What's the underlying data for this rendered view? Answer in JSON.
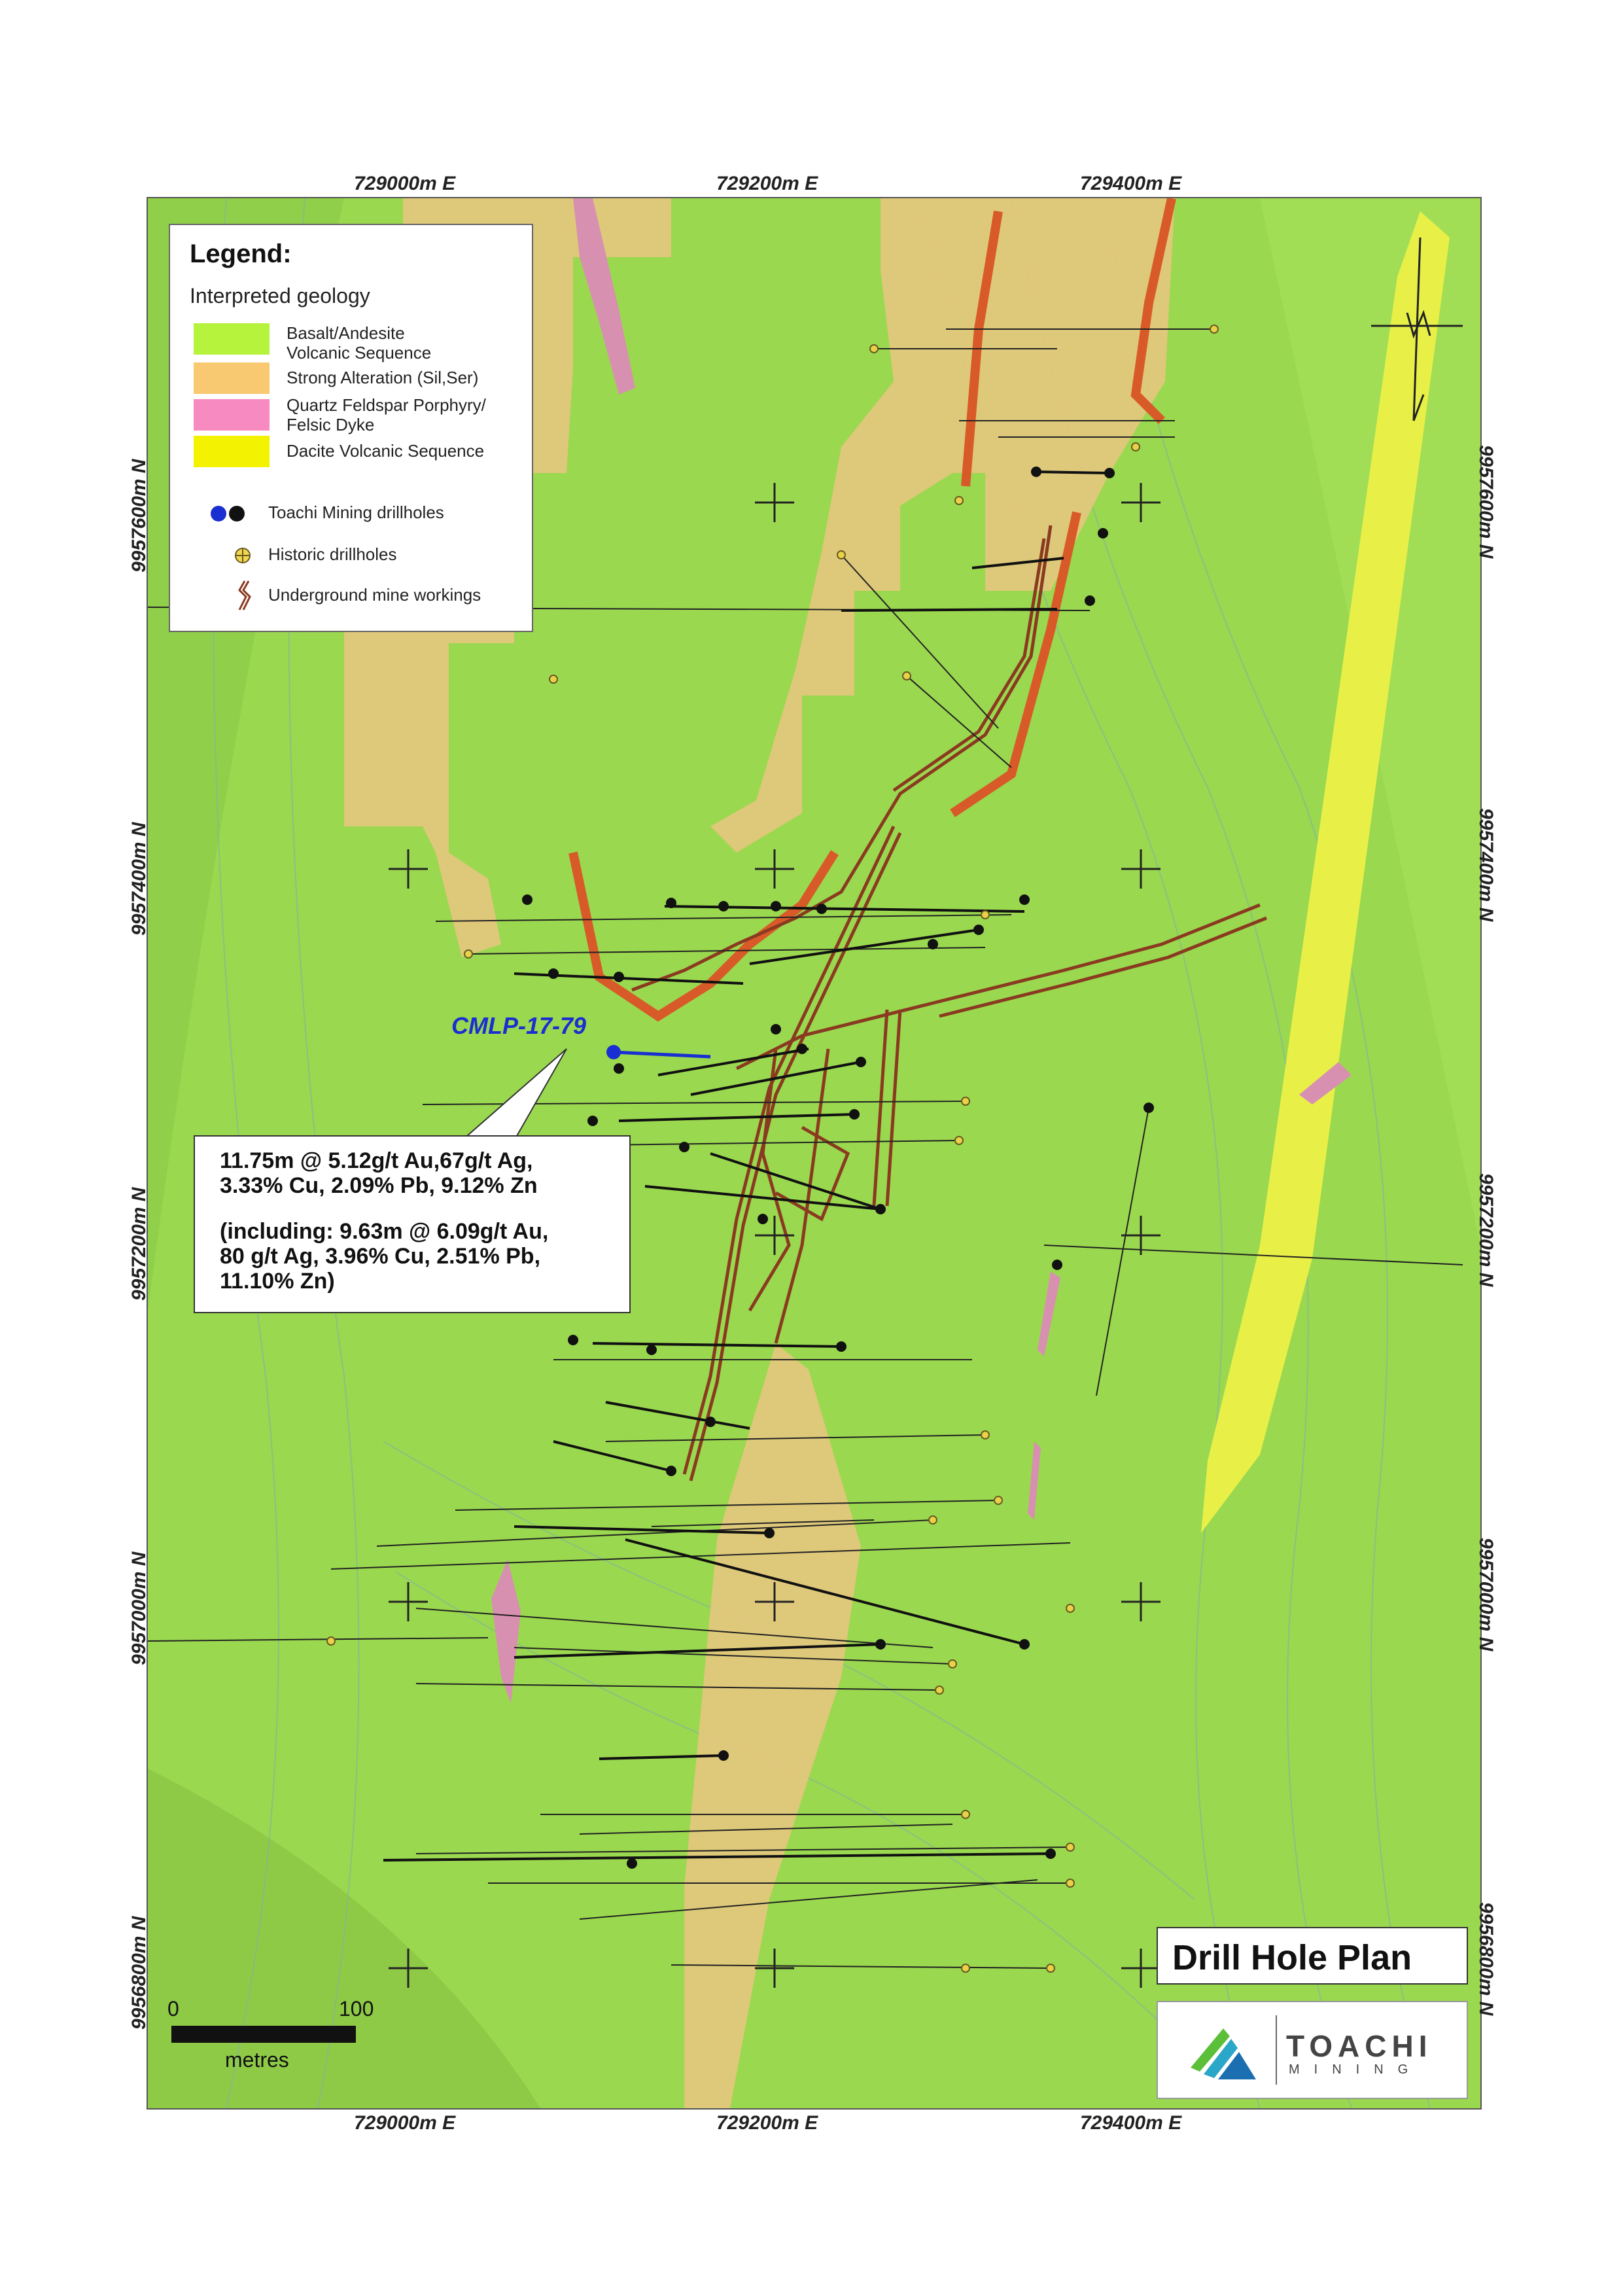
{
  "axes": {
    "top": [
      "729000m E",
      "729200m E",
      "729400m E"
    ],
    "bottom": [
      "729000m E",
      "729200m E",
      "729400m E"
    ],
    "left": [
      "9957600m N",
      "9957400m N",
      "9957200m N",
      "9957000m N",
      "9956800m N"
    ],
    "right": [
      "9957600m N",
      "9957400m N",
      "9957200m N",
      "9957000m N",
      "9956800m N"
    ]
  },
  "legend": {
    "title": "Legend:",
    "subtitle": "Interpreted geology",
    "items": [
      {
        "line1": "Basalt/Andesite",
        "line2": "Volcanic Sequence",
        "color": "#b5f33c"
      },
      {
        "line1": "Strong Alteration (Sil,Ser)",
        "line2": "",
        "color": "#f8c970"
      },
      {
        "line1": "Quartz Feldspar Porphyry/",
        "line2": "Felsic Dyke",
        "color": "#f78ac0"
      },
      {
        "line1": "Dacite Volcanic Sequence",
        "line2": "",
        "color": "#f3f200"
      }
    ],
    "symbols": {
      "toachi": "Toachi Mining drillholes",
      "historic": "Historic drillholes",
      "underground": "Underground mine workings"
    }
  },
  "hole_label": "CMLP-17-79",
  "callout": {
    "line1": "11.75m @ 5.12g/t Au,67g/t Ag,",
    "line2": "3.33% Cu, 2.09% Pb, 9.12% Zn",
    "line3": "(including: 9.63m @ 6.09g/t Au,",
    "line4": "80 g/t Ag, 3.96% Cu, 2.51% Pb,",
    "line5": "11.10% Zn)"
  },
  "scale": {
    "zero": "0",
    "hundred": "100",
    "unit": "metres"
  },
  "plan_title": "Drill Hole Plan",
  "logo": {
    "word": "TOACHI",
    "word2": "MINING"
  },
  "colors": {
    "basalt": "#9ad84f",
    "alteration": "#e6c77e",
    "porphyry": "#d890b0",
    "dacite": "#e8f048",
    "fault": "#d85a28",
    "workings": "#8a3a20",
    "toachi_hole": "#1a2fd1"
  }
}
